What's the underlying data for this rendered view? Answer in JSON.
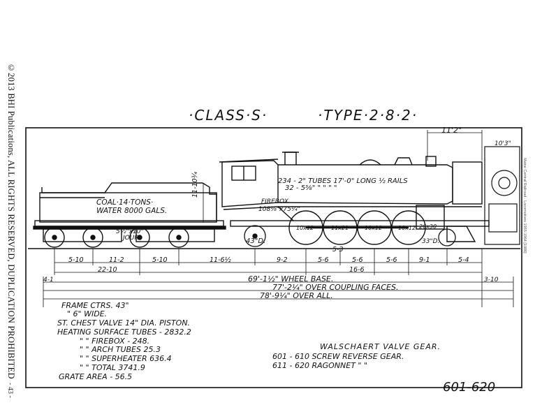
{
  "copyright": "©2013 BHI Publications, ALL RIGHTS RESERVED, DUPLICATION PROHIBITED",
  "page_number": "- 43 -",
  "side_note": "Maine Central Railroad · Locomotives 1955-1964 [1986]",
  "title": {
    "class": "·CLASS·S·",
    "type": "·TYPE·2·8·2·"
  },
  "tender": {
    "coal": "COAL·14·TONS·",
    "water": "WATER 8000 GALS.",
    "height": "11-10¾",
    "journal": "5½\"x10\"",
    "journal_label": "JOUR."
  },
  "boiler": {
    "tubes_line1": "234 - 2\" TUBES 17'-0\" LONG ½ RAILS",
    "tubes_line2": "32 - 5⅜\"   \"       \"      \"     \"",
    "firebox_label": "FIREBOX",
    "firebox_size": "108⅛\"x75¼\"",
    "top_dim": "11'2\"",
    "front_dim": "10'3\""
  },
  "wheels": {
    "trailing": "43\"D.",
    "drivers": [
      "10x12",
      "11x21",
      "10x12",
      "10x12"
    ],
    "cylinder": "26x30",
    "pilot": "33\"D."
  },
  "dimensions": {
    "row1": [
      "5-10",
      "11-2",
      "5-10",
      "11-6½",
      "9-2",
      "5-6",
      "5-6",
      "5-6",
      "9-1",
      "5-4"
    ],
    "row2": [
      "22-10",
      "5-3",
      "16-6"
    ],
    "wheel_base": "69'-1½\" WHEEL BASE.",
    "couplers": "77'-2¼\" OVER COUPLING FACES.",
    "over_all": "78'-9¼\" OVER ALL.",
    "left_marker": "4-1",
    "right_marker": "3-10"
  },
  "specs": [
    "FRAME CTRS. 43\"",
    "\"   6\" WIDE.",
    "ST. CHEST VALVE 14\" DIA. PISTON.",
    "HEATING SURFACE TUBES - 2832.2",
    "\"        \"   FIREBOX -    248.",
    "\"        \"   ARCH TUBES    25.3",
    "\"        \"   SUPERHEATER  636.4",
    "\"        \"   TOTAL   3741.9",
    "GRATE AREA -  56.5"
  ],
  "valve_gear": {
    "heading": "WALSCHAERT VALVE GEAR.",
    "line1": "601 - 610  SCREW REVERSE GEAR.",
    "line2": "611 - 620  RAGONNET   \"     \""
  },
  "number_range": "601-620"
}
